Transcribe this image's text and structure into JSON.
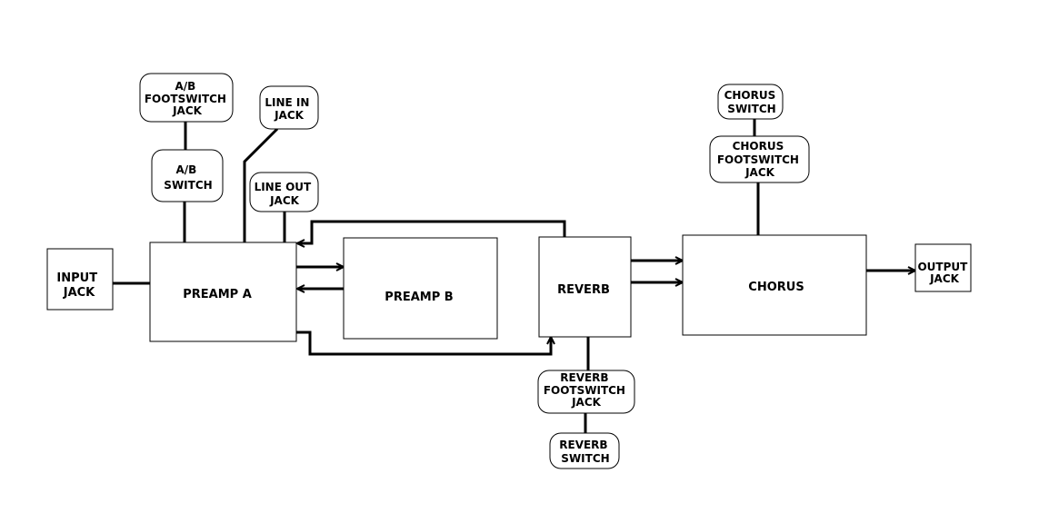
{
  "diagram": {
    "blocks": {
      "input_jack": [
        "INPUT",
        "JACK"
      ],
      "preamp_a": [
        "PREAMP A"
      ],
      "preamp_b": [
        "PREAMP B"
      ],
      "reverb": [
        "REVERB"
      ],
      "chorus": [
        "CHORUS"
      ],
      "output_jack": [
        "OUTPUT",
        "JACK"
      ]
    },
    "controls": {
      "ab_footswitch_jack": [
        "A/B",
        "FOOTSWITCH",
        "JACK"
      ],
      "ab_switch": [
        "A/B",
        "SWITCH"
      ],
      "line_in_jack": [
        "LINE IN",
        "JACK"
      ],
      "line_out_jack": [
        "LINE OUT",
        "JACK"
      ],
      "chorus_switch": [
        "CHORUS",
        "SWITCH"
      ],
      "chorus_footswitch_jack": [
        "CHORUS",
        "FOOTSWITCH",
        "JACK"
      ],
      "reverb_footswitch_jack": [
        "REVERB",
        "FOOTSWITCH",
        "JACK"
      ],
      "reverb_switch": [
        "REVERB",
        "SWITCH"
      ]
    }
  }
}
